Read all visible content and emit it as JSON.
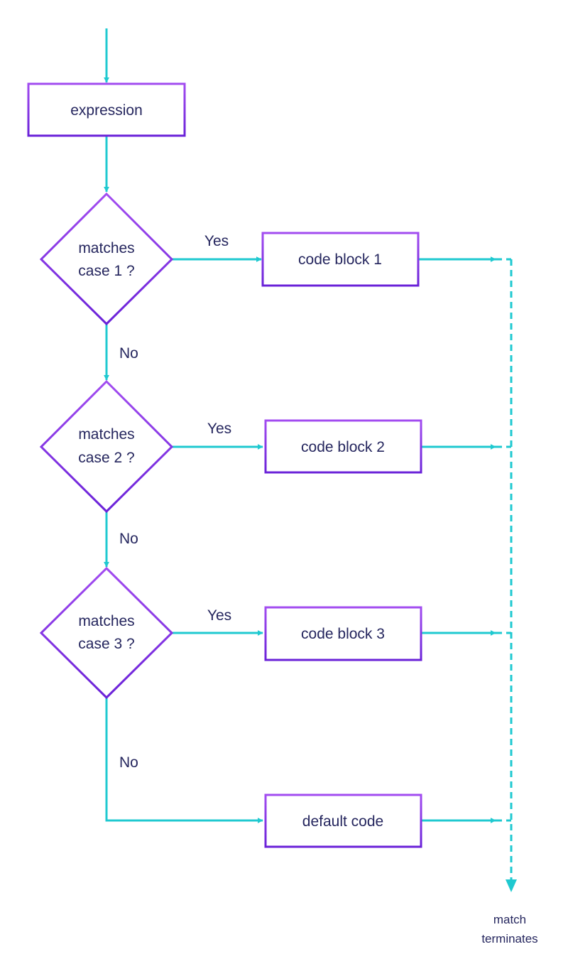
{
  "colors": {
    "arrow": "#1fc9d0",
    "box_stroke_light": "#a24cf0",
    "box_stroke_dark": "#6a22d8",
    "text": "#25265e"
  },
  "nodes": {
    "expression": "expression",
    "decision1": {
      "line1": "matches",
      "line2": "case 1 ?"
    },
    "decision2": {
      "line1": "matches",
      "line2": "case 2 ?"
    },
    "decision3": {
      "line1": "matches",
      "line2": "case 3 ?"
    },
    "block1": "code block 1",
    "block2": "code block 2",
    "block3": "code block 3",
    "default": "default code",
    "terminal": {
      "line1": "match",
      "line2": "terminates"
    }
  },
  "edge_labels": {
    "yes1": "Yes",
    "yes2": "Yes",
    "yes3": "Yes",
    "no1": "No",
    "no2": "No",
    "no3": "No"
  }
}
